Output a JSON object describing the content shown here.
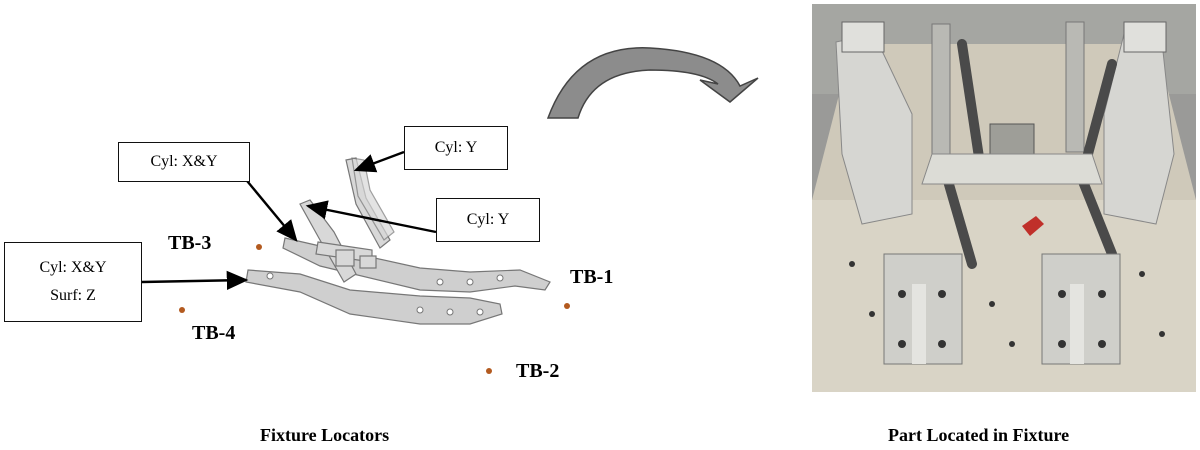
{
  "callouts": {
    "cyl_y_top": "Cyl:  Y",
    "cyl_xy_top": "Cyl:  X&Y",
    "cyl_y_mid": "Cyl:  Y",
    "cyl_xy_surf_line1": "Cyl:  X&Y",
    "cyl_xy_surf_line2": "Surf:  Z"
  },
  "targets": {
    "tb1": "TB-1",
    "tb2": "TB-2",
    "tb3": "TB-3",
    "tb4": "TB-4"
  },
  "captions": {
    "left": "Fixture Locators",
    "right": "Part Located in Fixture"
  },
  "colors": {
    "target_dot": "#b35a1f",
    "part_fill": "#c8c8c8",
    "curved_arrow": "#8c8c8c"
  }
}
